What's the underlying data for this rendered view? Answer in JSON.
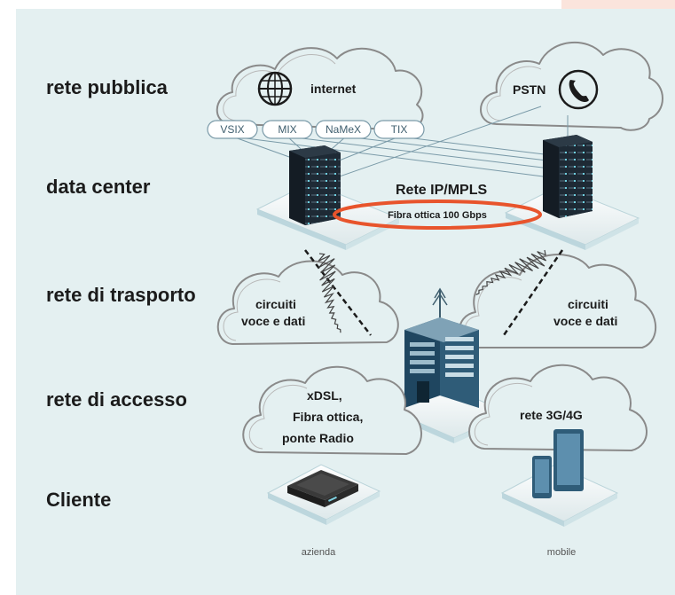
{
  "rows": {
    "public": "rete pubblica",
    "datacenter": "data center",
    "transport": "rete di trasporto",
    "access": "rete di accesso",
    "customer": "Cliente"
  },
  "clouds": {
    "internet": "internet",
    "pstn": "PSTN",
    "transport_left": [
      "circuiti",
      "voce e dati"
    ],
    "transport_right": [
      "circuiti",
      "voce e dati"
    ],
    "access_left": [
      "xDSL,",
      "Fibra ottica,",
      "ponte Radio"
    ],
    "access_right": "rete 3G/4G"
  },
  "exchanges": [
    "VSIX",
    "MIX",
    "NaMeX",
    "TIX"
  ],
  "backbone": {
    "title": "Rete IP/MPLS",
    "link": "Fibra ottica 100 Gbps"
  },
  "devices": {
    "company": "azienda",
    "mobile": "mobile"
  },
  "colors": {
    "background": "#e4f0f1",
    "fiber_ring": "#e8542c",
    "server": "#1e2a35",
    "building": "#2f5c78"
  },
  "icons": [
    "globe-icon",
    "phone-icon",
    "server-icon",
    "building-icon",
    "router-icon",
    "smartphone-icon",
    "tablet-icon"
  ]
}
